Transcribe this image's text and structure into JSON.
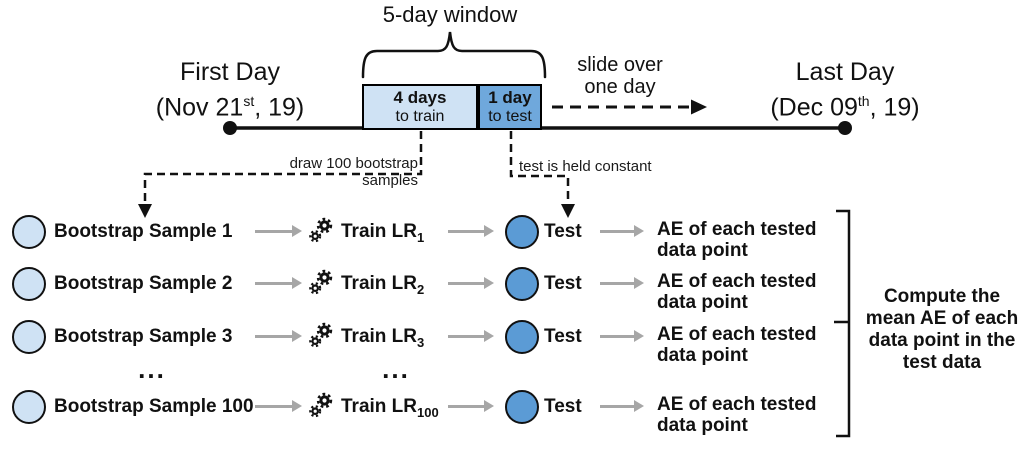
{
  "colors": {
    "light-blue": "#cfe2f4",
    "medium-blue": "#6fa8dc",
    "test-circle-blue": "#5b9bd5",
    "arrow-gray": "#a6a6a6",
    "ink": "#111111"
  },
  "timeline": {
    "window_label": "5-day window",
    "first_day": {
      "title": "First Day",
      "date_pre": "(Nov 21",
      "date_sup": "st",
      "date_post": ", 19)"
    },
    "last_day": {
      "title": "Last Day",
      "date_pre": "(Dec 09",
      "date_sup": "th",
      "date_post": ", 19)"
    },
    "train_box": {
      "line1": "4 days",
      "line2": "to train"
    },
    "test_box": {
      "line1": "1 day",
      "line2": "to test"
    },
    "slide_label_line1": "slide over",
    "slide_label_line2": "one day",
    "draw_label": "draw 100 bootstrap samples",
    "held_label": "test is held constant"
  },
  "rows": [
    {
      "sample": "Bootstrap Sample 1",
      "train": "Train LR",
      "train_sub": "1",
      "test": "Test",
      "ae1": "AE of each tested",
      "ae2": "data point"
    },
    {
      "sample": "Bootstrap Sample 2",
      "train": "Train LR",
      "train_sub": "2",
      "test": "Test",
      "ae1": "AE of each tested",
      "ae2": "data point"
    },
    {
      "sample": "Bootstrap Sample 3",
      "train": "Train LR",
      "train_sub": "3",
      "test": "Test",
      "ae1": "AE of each tested",
      "ae2": "data point"
    },
    {
      "sample": "Bootstrap Sample 100",
      "train": "Train LR",
      "train_sub": "100",
      "test": "Test",
      "ae1": "AE of each tested",
      "ae2": "data point"
    }
  ],
  "ellipsis": "...",
  "bracket_note": {
    "line1": "Compute the",
    "line2": "mean AE of each",
    "line3": "data point in the",
    "line4": "test data"
  }
}
